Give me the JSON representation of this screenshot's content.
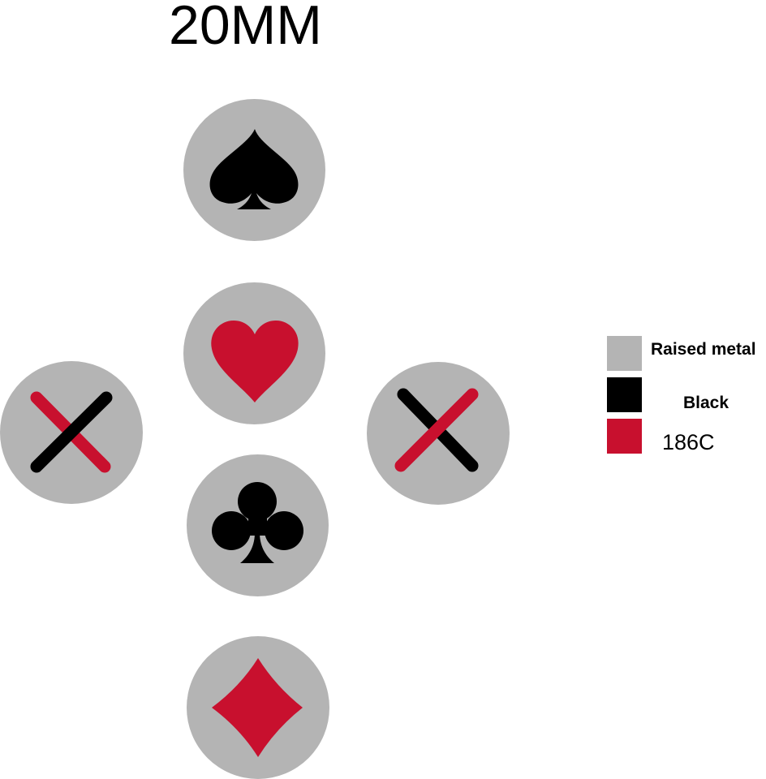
{
  "title": "20MM",
  "coins": [
    {
      "name": "spade",
      "icon": "spade-icon",
      "color": "#000000"
    },
    {
      "name": "heart",
      "icon": "heart-icon",
      "color": "#c8102e"
    },
    {
      "name": "club",
      "icon": "club-icon",
      "color": "#000000"
    },
    {
      "name": "diamond",
      "icon": "diamond-icon",
      "color": "#c8102e"
    },
    {
      "name": "cross-left",
      "icon": "cross-icon",
      "front_color": "#000000",
      "back_color": "#c8102e"
    },
    {
      "name": "cross-right",
      "icon": "cross-icon",
      "front_color": "#c8102e",
      "back_color": "#000000"
    }
  ],
  "colors": {
    "raised_metal": "#b4b4b4",
    "black": "#000000",
    "red_186c": "#c8102e"
  },
  "legend": {
    "items": [
      {
        "label": "Raised metal",
        "color": "#b4b4b4"
      },
      {
        "label": "Black",
        "color": "#000000"
      },
      {
        "label": "186C",
        "color": "#c8102e"
      }
    ]
  }
}
